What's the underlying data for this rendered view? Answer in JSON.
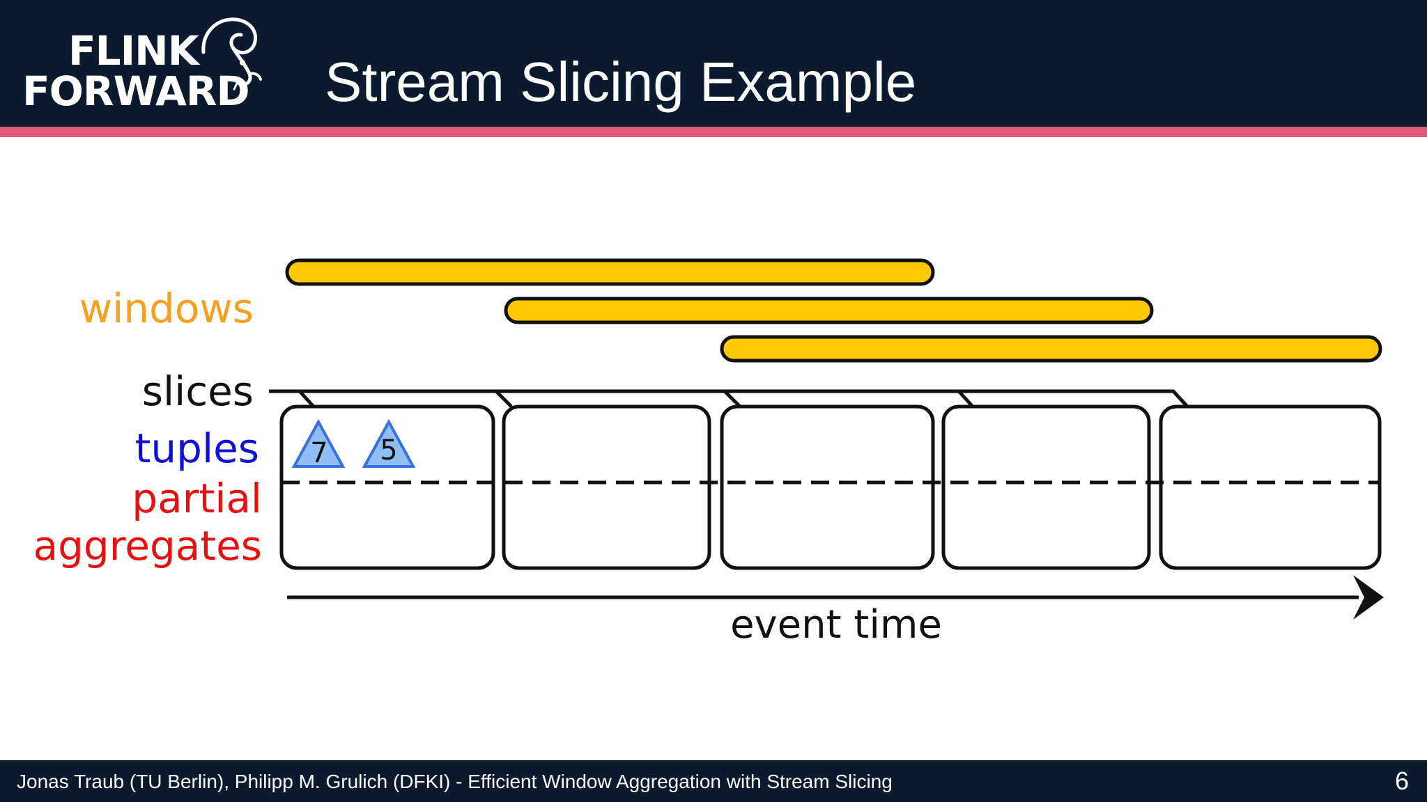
{
  "header": {
    "logo": {
      "line1": "FLINK",
      "line2": "FORWARD"
    },
    "title": "Stream Slicing Example"
  },
  "diagram": {
    "labels": {
      "windows": "windows",
      "slices": "slices",
      "tuples": "tuples",
      "partial": "partial",
      "aggregates": "aggregates",
      "axis": "event time"
    },
    "tuples": [
      {
        "value": "7"
      },
      {
        "value": "5"
      }
    ],
    "colors": {
      "window_fill": "#ffc800",
      "windows_label": "#f5a01e",
      "tuples_label": "#1010d8",
      "partial_label": "#e81010",
      "tuple_fill": "#8fbff5",
      "tuple_stroke": "#3a6fe0",
      "header_bg": "#0b1a2e",
      "accent": "#e4587a"
    }
  },
  "footer": {
    "text": "Jonas Traub (TU Berlin), Philipp M. Grulich (DFKI) - Efficient Window Aggregation with Stream Slicing",
    "page": "6"
  }
}
